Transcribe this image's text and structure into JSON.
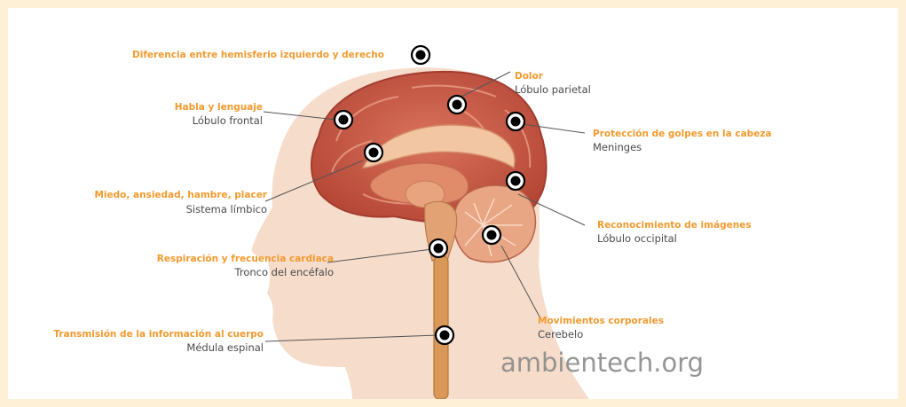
{
  "labels": {
    "hemispheres": {
      "title": "Diferencia entre hemisferio izquierdo y derecho"
    },
    "pain": {
      "title": "Dolor",
      "subtitle": "Lóbulo parietal"
    },
    "speech": {
      "title": "Habla y lenguaje",
      "subtitle": "Lóbulo frontal"
    },
    "protection": {
      "title": "Protección de golpes en la cabeza",
      "subtitle": "Meninges"
    },
    "emotions": {
      "title": "Miedo, ansiedad, hambre, placer",
      "subtitle": "Sistema límbico"
    },
    "images": {
      "title": "Reconocimiento de imágenes",
      "subtitle": "Lóbulo occipital"
    },
    "breathing": {
      "title": "Respiración y frecuencia cardiaca",
      "subtitle": "Tronco del encéfalo"
    },
    "movement": {
      "title": "Movimientos corporales",
      "subtitle": "Cerebelo"
    },
    "transmission": {
      "title": "Transmisión de la información al cuerpo",
      "subtitle": "Médula espinal"
    }
  },
  "watermark": "ambientech.org",
  "colors": {
    "background": "#fdf0d7",
    "label_title": "#f29a2e",
    "label_subtitle": "#4a4a4a",
    "skin": "#f6dccb",
    "brain": "#c75a45",
    "spinal_cord": "#d99758",
    "marker": "#000000"
  }
}
